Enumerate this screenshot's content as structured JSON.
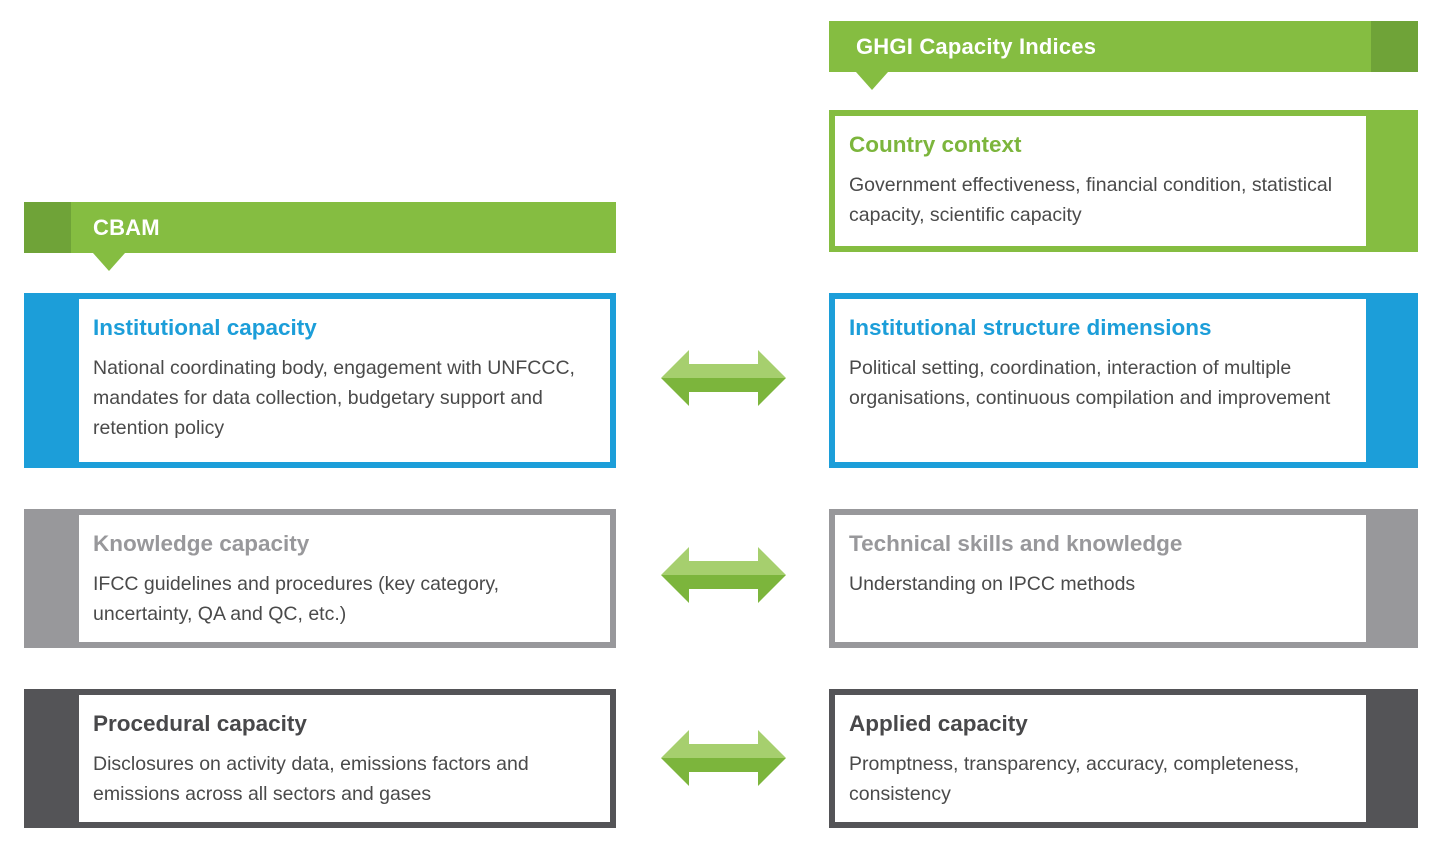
{
  "ghgi_header": {
    "title": "GHGI Capacity Indices"
  },
  "cbam_header": {
    "title": "CBAM"
  },
  "country_context": {
    "title": "Country context",
    "text": "Government effectiveness, financial condition, statistical capacity, scientific capacity"
  },
  "rows": [
    {
      "left": {
        "title": "Institutional capacity",
        "text": "National coordinating body, engagement with UNFCCC, mandates for data collection, budgetary support and retention policy"
      },
      "right": {
        "title": "Institutional structure dimensions",
        "text": "Political setting, coordination, interaction of multiple organisations, continuous compilation and improvement"
      }
    },
    {
      "left": {
        "title": "Knowledge capacity",
        "text": "IFCC guidelines and procedures (key category, uncertainty, QA and QC, etc.)"
      },
      "right": {
        "title": "Technical skills and knowledge",
        "text": "Understanding on IPCC methods"
      }
    },
    {
      "left": {
        "title": "Procedural capacity",
        "text": "Disclosures on activity data, emissions factors and emissions across all sectors and gases"
      },
      "right": {
        "title": "Applied capacity",
        "text": "Promptness, transparency, accuracy, completeness, consistency"
      }
    }
  ],
  "colors": {
    "green": "#85bd41",
    "green_dark": "#6fa338",
    "blue": "#1c9ed9",
    "grey": "#98989b",
    "dark_grey": "#545457",
    "arrow_light": "#a6cf6e",
    "arrow_dark": "#7cb53c"
  }
}
